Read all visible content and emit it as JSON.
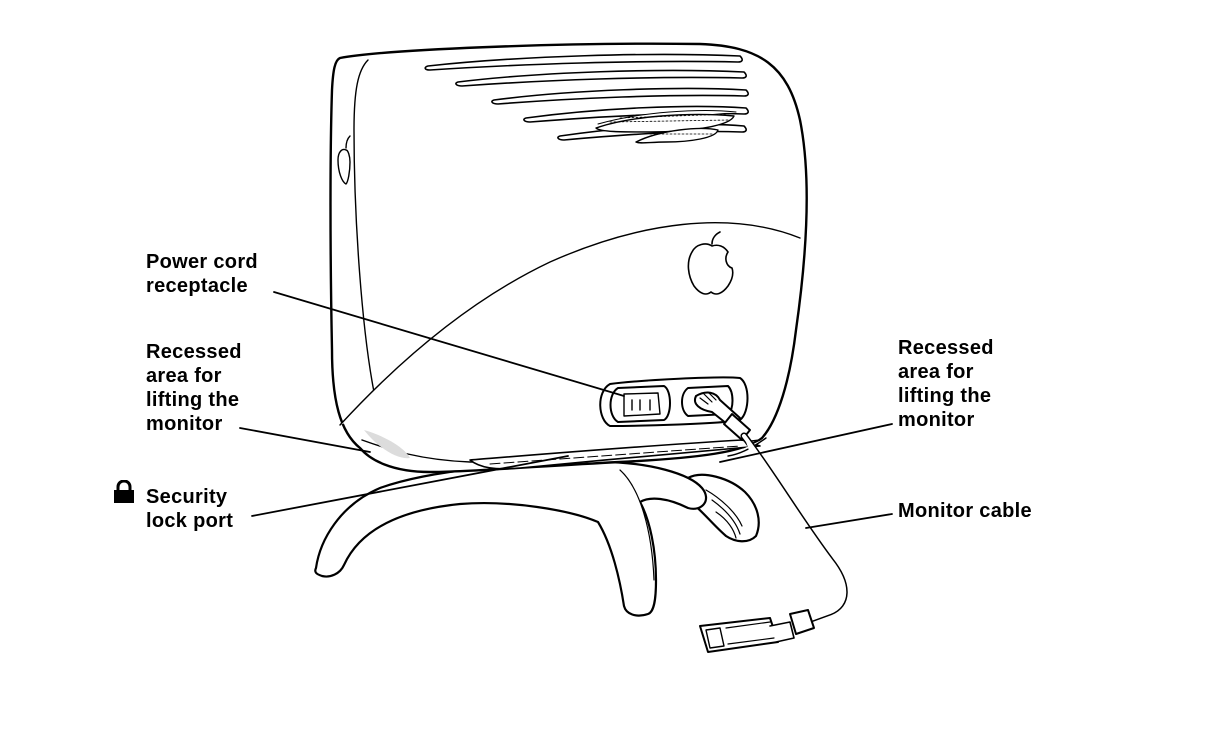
{
  "labels": {
    "power_cord": [
      "Power cord",
      "receptacle"
    ],
    "recessed_left": [
      "Recessed",
      "area for",
      "lifting the",
      "monitor"
    ],
    "security_lock": [
      "Security",
      "lock port"
    ],
    "recessed_right": [
      "Recessed",
      "area for",
      "lifting the",
      "monitor"
    ],
    "monitor_cable": [
      "Monitor cable"
    ]
  },
  "icons": {
    "lock": "padlock-icon",
    "apple_logo": "apple-logo-icon"
  },
  "colors": {
    "line": "#000000",
    "background": "#ffffff",
    "shade": "#cccccc"
  }
}
